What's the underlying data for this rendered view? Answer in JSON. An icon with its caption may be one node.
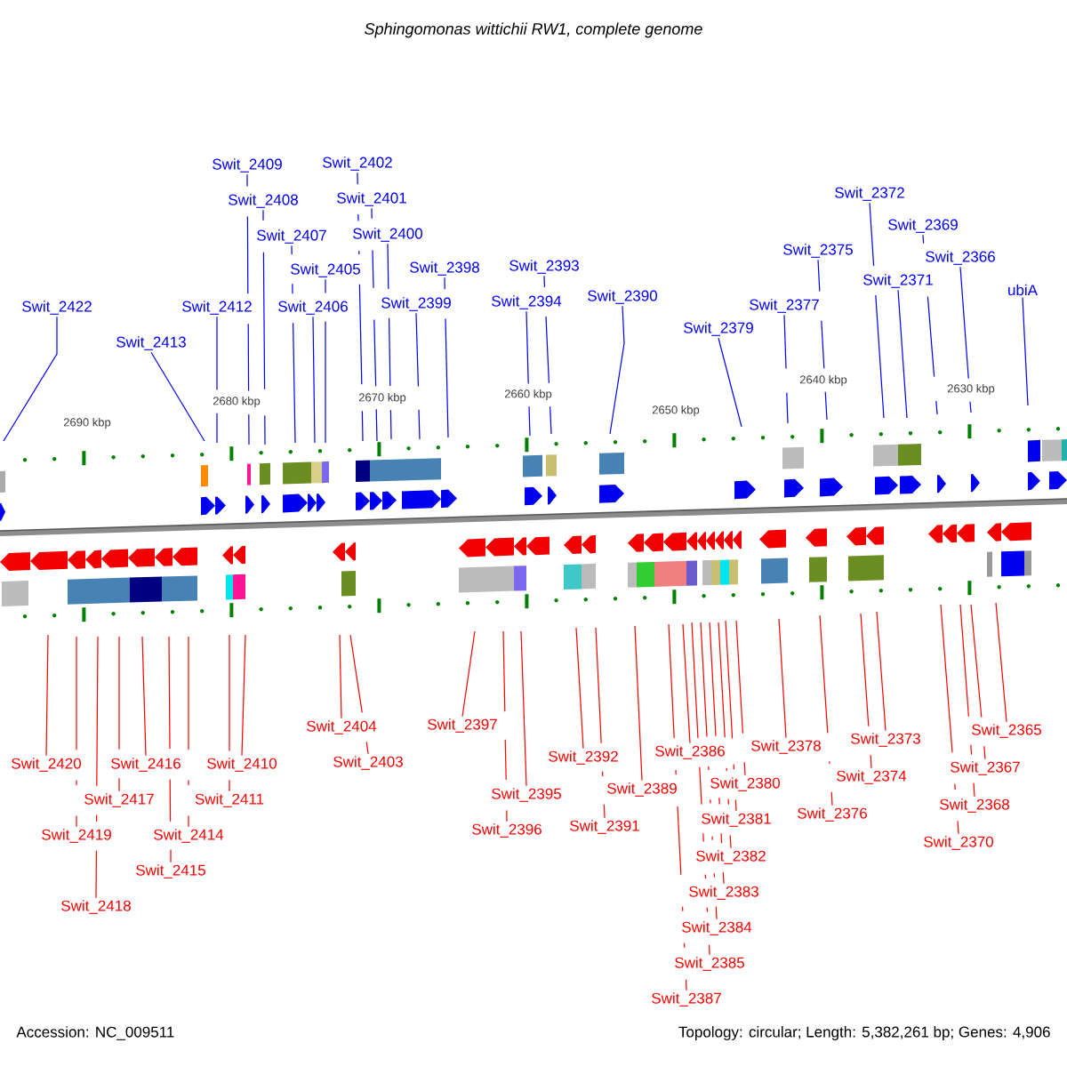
{
  "diagram": {
    "title": "Sphingomonas wittichii RW1, complete genome",
    "nodes": [
      {
        "text": [
          "Swit_2422"
        ]
      },
      {
        "text": [
          "Swit_2413"
        ]
      },
      {
        "text": [
          "Swit_2412"
        ]
      },
      {
        "text": [
          "Swit_2409"
        ]
      },
      {
        "text": [
          "Swit_2408"
        ]
      },
      {
        "text": [
          "Swit_2407"
        ]
      },
      {
        "text": [
          "Swit_2405"
        ]
      },
      {
        "text": [
          "Swit_2406"
        ]
      },
      {
        "text": [
          "Swit_2402"
        ]
      },
      {
        "text": [
          "Swit_2401"
        ]
      },
      {
        "text": [
          "Swit_2400"
        ]
      },
      {
        "text": [
          "Swit_2399"
        ]
      },
      {
        "text": [
          "Swit_2398"
        ]
      },
      {
        "text": [
          "Swit_2394"
        ]
      },
      {
        "text": [
          "Swit_2393"
        ]
      },
      {
        "text": [
          "Swit_2390"
        ]
      },
      {
        "text": [
          "Swit_2379"
        ]
      },
      {
        "text": [
          "Swit_2377"
        ]
      },
      {
        "text": [
          "Swit_2375"
        ]
      },
      {
        "text": [
          "Swit_2372"
        ]
      },
      {
        "text": [
          "Swit_2371"
        ]
      },
      {
        "text": [
          "Swit_2369"
        ]
      },
      {
        "text": [
          "Swit_2366"
        ]
      },
      {
        "text": [
          "ubiA"
        ]
      },
      {
        "text": [
          "Swit_2420"
        ]
      },
      {
        "text": [
          "Swit_2419"
        ]
      },
      {
        "text": [
          "Swit_2418"
        ]
      },
      {
        "text": [
          "Swit_2417"
        ]
      },
      {
        "text": [
          "Swit_2416"
        ]
      },
      {
        "text": [
          "Swit_2415"
        ]
      },
      {
        "text": [
          "Swit_2414"
        ]
      },
      {
        "text": [
          "Swit_2411"
        ]
      },
      {
        "text": [
          "Swit_2410"
        ]
      },
      {
        "text": [
          "Swit_2404"
        ]
      },
      {
        "text": [
          "Swit_2403"
        ]
      },
      {
        "text": [
          "Swit_2397"
        ]
      },
      {
        "text": [
          "Swit_2395"
        ]
      },
      {
        "text": [
          "Swit_2396"
        ]
      },
      {
        "text": [
          "Swit_2392"
        ]
      },
      {
        "text": [
          "Swit_2391"
        ]
      },
      {
        "text": [
          "Swit_2389"
        ]
      },
      {
        "text": [
          "Swit_2386"
        ]
      },
      {
        "text": [
          "Swit_2387"
        ]
      },
      {
        "text": [
          "Swit_2385"
        ]
      },
      {
        "text": [
          "Swit_2384"
        ]
      },
      {
        "text": [
          "Swit_2383"
        ]
      },
      {
        "text": [
          "Swit_2382"
        ]
      },
      {
        "text": [
          "Swit_2381"
        ]
      },
      {
        "text": [
          "Swit_2380"
        ]
      },
      {
        "text": [
          "Swit_2378"
        ]
      },
      {
        "text": [
          "Swit_2376"
        ]
      },
      {
        "text": [
          "Swit_2374"
        ]
      },
      {
        "text": [
          "Swit_2373"
        ]
      },
      {
        "text": [
          "Swit_2370"
        ]
      },
      {
        "text": [
          "Swit_2368"
        ]
      },
      {
        "text": [
          "Swit_2367"
        ]
      },
      {
        "text": [
          "Swit_2365"
        ]
      }
    ],
    "edges": [
      {
        "from": 0,
        "to": null,
        "arrow": "none",
        "color": "#0000ff"
      },
      {
        "from": 1,
        "to": null,
        "arrow": "none",
        "color": "#0000ff"
      },
      {
        "from": 2,
        "to": null,
        "arrow": "none",
        "color": "#0000ff"
      },
      {
        "from": 3,
        "to": null,
        "arrow": "none",
        "color": "#0000ff"
      },
      {
        "from": 4,
        "to": null,
        "arrow": "none",
        "color": "#0000ff"
      },
      {
        "from": 5,
        "to": null,
        "arrow": "none",
        "color": "#0000ff"
      },
      {
        "from": 6,
        "to": null,
        "arrow": "none",
        "color": "#0000ff"
      },
      {
        "from": 7,
        "to": null,
        "arrow": "none",
        "color": "#0000ff"
      },
      {
        "from": 8,
        "to": null,
        "arrow": "none",
        "color": "#0000ff"
      },
      {
        "from": 9,
        "to": null,
        "arrow": "none",
        "color": "#0000ff"
      },
      {
        "from": 10,
        "to": null,
        "arrow": "none",
        "color": "#0000ff"
      },
      {
        "from": 11,
        "to": null,
        "arrow": "none",
        "color": "#0000ff"
      },
      {
        "from": 12,
        "to": null,
        "arrow": "none",
        "color": "#0000ff"
      },
      {
        "from": 13,
        "to": null,
        "arrow": "none",
        "color": "#0000ff"
      },
      {
        "from": 14,
        "to": null,
        "arrow": "none",
        "color": "#0000ff"
      },
      {
        "from": 15,
        "to": null,
        "arrow": "none",
        "color": "#0000ff"
      },
      {
        "from": 16,
        "to": null,
        "arrow": "none",
        "color": "#0000ff"
      },
      {
        "from": 17,
        "to": null,
        "arrow": "none",
        "color": "#0000ff"
      },
      {
        "from": 18,
        "to": null,
        "arrow": "none",
        "color": "#0000ff"
      },
      {
        "from": 19,
        "to": null,
        "arrow": "none",
        "color": "#0000ff"
      },
      {
        "from": 20,
        "to": null,
        "arrow": "none",
        "color": "#0000ff"
      },
      {
        "from": 21,
        "to": null,
        "arrow": "none",
        "color": "#0000ff"
      },
      {
        "from": 22,
        "to": null,
        "arrow": "none",
        "color": "#0000ff"
      },
      {
        "from": 23,
        "to": null,
        "arrow": "none",
        "color": "#0000ff"
      },
      {
        "from": 24,
        "to": null,
        "arrow": "none"
      },
      {
        "from": 25,
        "to": null,
        "arrow": "none"
      },
      {
        "from": 26,
        "to": null,
        "arrow": "none"
      },
      {
        "from": 27,
        "to": null,
        "arrow": "none"
      },
      {
        "from": 28,
        "to": null,
        "arrow": "none"
      },
      {
        "from": 29,
        "to": null,
        "arrow": "none"
      },
      {
        "from": 30,
        "to": null,
        "arrow": "none"
      },
      {
        "from": 31,
        "to": null,
        "arrow": "none"
      },
      {
        "from": 32,
        "to": null,
        "arrow": "none"
      },
      {
        "from": 33,
        "to": null,
        "arrow": "none"
      },
      {
        "from": 34,
        "to": null,
        "arrow": "none"
      },
      {
        "from": 35,
        "to": null,
        "arrow": "none"
      },
      {
        "from": 36,
        "to": null,
        "arrow": "none"
      },
      {
        "from": 37,
        "to": null,
        "arrow": "none"
      },
      {
        "from": 38,
        "to": null,
        "arrow": "none"
      },
      {
        "from": 39,
        "to": null,
        "arrow": "none"
      },
      {
        "from": 40,
        "to": null,
        "arrow": "none"
      },
      {
        "from": 41,
        "to": null,
        "arrow": "none"
      },
      {
        "from": 42,
        "to": null,
        "arrow": "none"
      },
      {
        "from": 43,
        "to": null,
        "arrow": "none"
      },
      {
        "from": 44,
        "to": null,
        "arrow": "none"
      },
      {
        "from": 45,
        "to": null,
        "arrow": "none"
      },
      {
        "from": 46,
        "to": null,
        "arrow": "none"
      },
      {
        "from": 47,
        "to": null,
        "arrow": "none"
      },
      {
        "from": 48,
        "to": null,
        "arrow": "none"
      },
      {
        "from": 49,
        "to": null,
        "arrow": "none"
      },
      {
        "from": 50,
        "to": null,
        "arrow": "none"
      },
      {
        "from": 51,
        "to": null,
        "arrow": "none"
      },
      {
        "from": 52,
        "to": null,
        "arrow": "none"
      },
      {
        "from": 53,
        "to": null,
        "arrow": "none"
      },
      {
        "from": 54,
        "to": null,
        "arrow": "none"
      },
      {
        "from": 55,
        "to": null,
        "arrow": "none"
      },
      {
        "from": 56,
        "to": null,
        "arrow": "none"
      }
    ],
    "labels": [
      "2690 kbp",
      "2680 kbp",
      "2670 kbp",
      "2660 kbp",
      "2650 kbp",
      "2640 kbp",
      "2630 kbp",
      "Accession: NC_009511",
      "Topology: circular; Length: 5,382,261 bp; Genes: 4,906"
    ]
  }
}
